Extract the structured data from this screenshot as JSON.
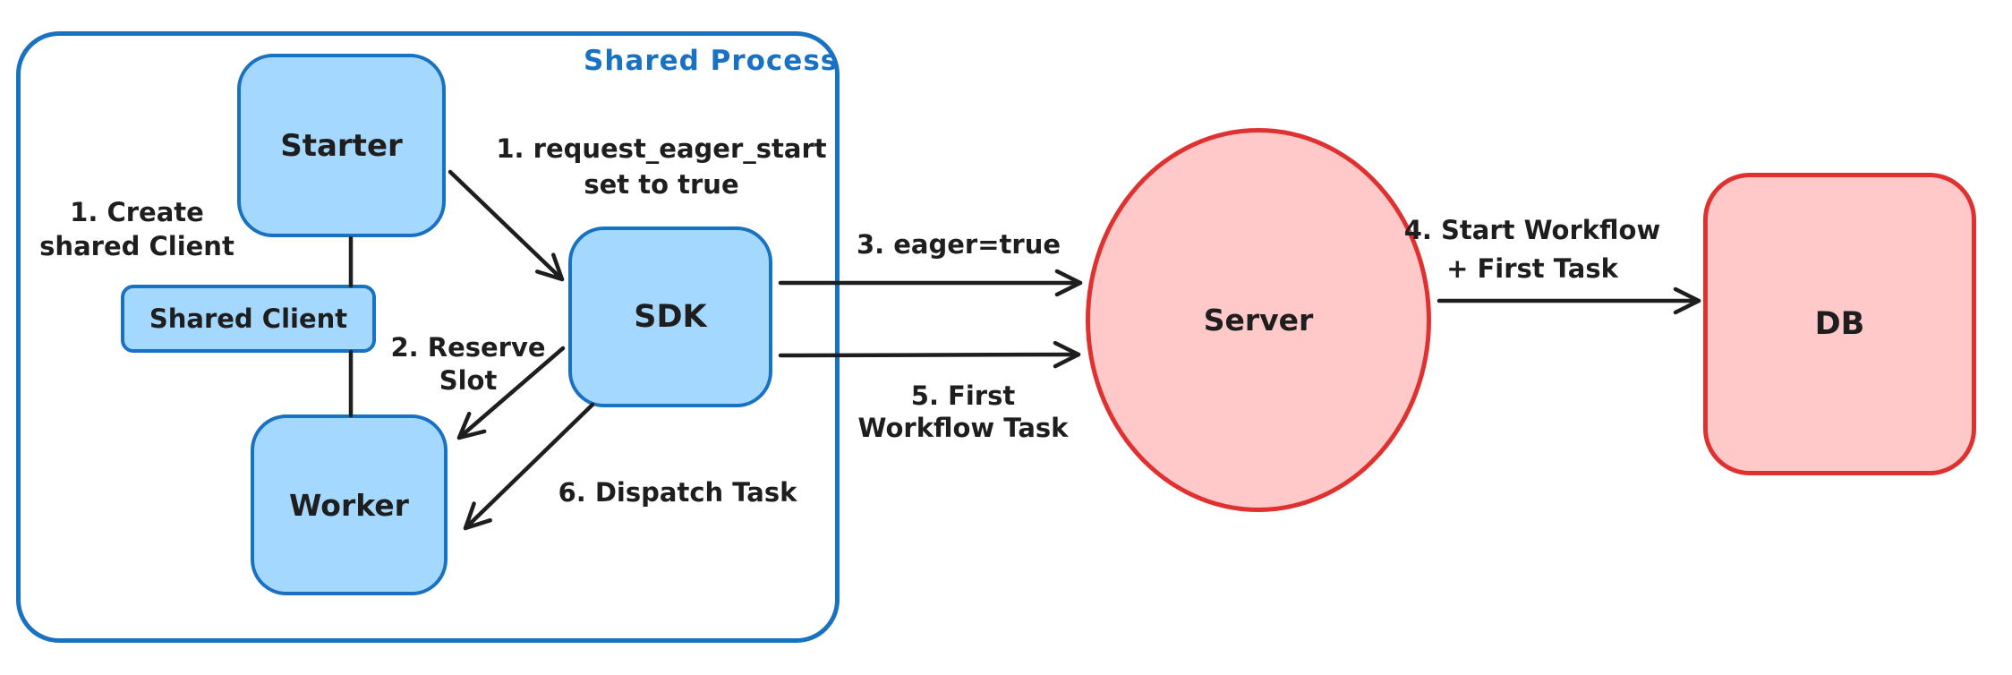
{
  "container": {
    "label": "Shared Process"
  },
  "nodes": {
    "starter": {
      "label": "Starter"
    },
    "shared_client": {
      "label": "Shared Client"
    },
    "worker": {
      "label": "Worker"
    },
    "sdk": {
      "label": "SDK"
    },
    "server": {
      "label": "Server"
    },
    "db": {
      "label": "DB"
    }
  },
  "annotations": {
    "create_shared_client": "1. Create\nshared Client",
    "request_eager_start": "1. request_eager_start\nset to true",
    "reserve_slot": "2. Reserve\nSlot",
    "eager_true": "3. eager=true",
    "start_workflow": "4. Start Workflow\n+ First Task",
    "first_workflow_task": "5. First\nWorkflow Task",
    "dispatch_task": "6. Dispatch Task"
  },
  "edges": [
    {
      "from": "Starter",
      "to": "Shared Client",
      "label": "1. Create shared Client"
    },
    {
      "from": "Starter",
      "to": "SDK",
      "label": "1. request_eager_start set to true"
    },
    {
      "from": "SDK",
      "to": "Worker",
      "label": "2. Reserve Slot"
    },
    {
      "from": "SDK",
      "to": "Server",
      "label": "3. eager=true"
    },
    {
      "from": "Server",
      "to": "DB",
      "label": "4. Start Workflow + First Task"
    },
    {
      "from": "SDK",
      "to": "Server",
      "label": "5. First Workflow Task"
    },
    {
      "from": "SDK",
      "to": "Worker",
      "label": "6. Dispatch Task"
    },
    {
      "from": "Shared Client",
      "to": "Worker",
      "label": ""
    }
  ],
  "colors": {
    "blue_stroke": "#1971c2",
    "blue_fill": "#a5d8ff",
    "red_stroke": "#e03131",
    "red_fill": "#ffc9c9",
    "ink": "#1e1e1e",
    "background": "#ffffff"
  }
}
